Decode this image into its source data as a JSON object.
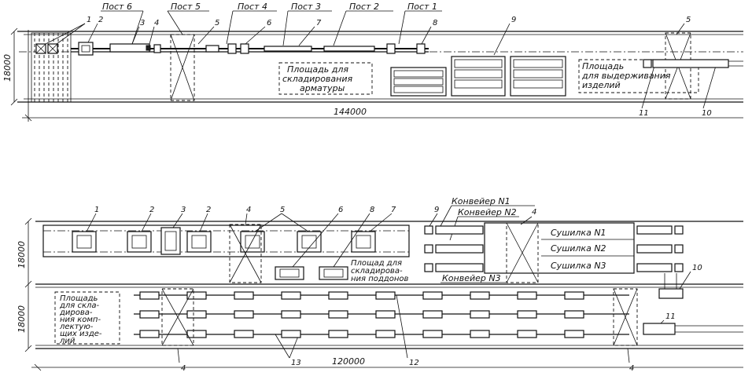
{
  "top_plan": {
    "posts": [
      "Пост 6",
      "Пост 5",
      "Пост 4",
      "Пост 3",
      "Пост 2",
      "Пост 1"
    ],
    "numbers": [
      "1",
      "2",
      "3",
      "4",
      "5",
      "6",
      "7",
      "8",
      "9",
      "5",
      "11",
      "10"
    ],
    "rebar_area": [
      "Площадь для",
      "складирования",
      "арматуры"
    ],
    "holding_area": [
      "Площадь",
      "для выдерживания",
      "изделий"
    ],
    "width_dim": "18000",
    "length_dim": "144000"
  },
  "bottom_plan": {
    "numbers": [
      "1",
      "2",
      "3",
      "2",
      "4",
      "5",
      "6",
      "8",
      "7",
      "9",
      "4",
      "10",
      "11",
      "4",
      "13",
      "12",
      "4"
    ],
    "conveyors": [
      "Конвейер N1",
      "Конвейер N2",
      "Конвейер N3"
    ],
    "dryers": [
      "Сушилка N1",
      "Сушилка N2",
      "Сушилка N3"
    ],
    "pallet_area": [
      "Площад для",
      "складирова-",
      "ния поддонов"
    ],
    "kit_area": [
      "Площадь",
      "для скла-",
      "дирова-",
      "ния комп-",
      "лектую-",
      "щих изде-",
      "лий"
    ],
    "width_dim_upper": "18000",
    "width_dim_lower": "18000",
    "length_dim": "120000"
  }
}
